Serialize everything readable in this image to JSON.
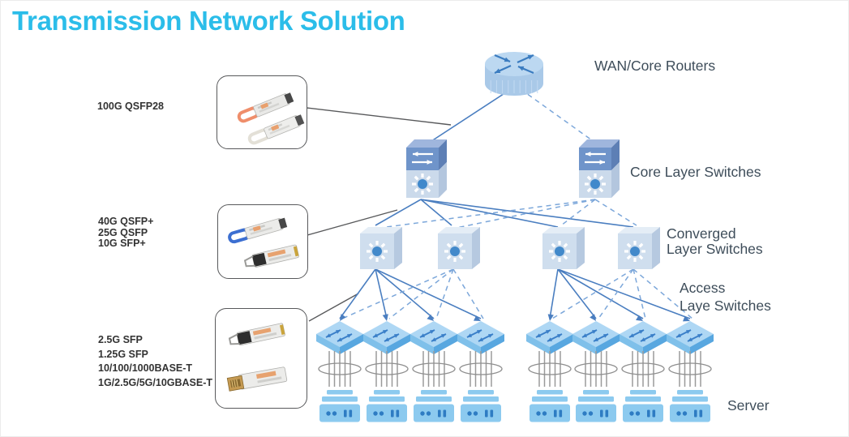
{
  "title": "Transmission Network Solution",
  "labels": {
    "wan": "WAN/Core Routers",
    "core": "Core Layer Switches",
    "converged_line1": "Converged",
    "converged_line2": "Layer Switches",
    "access_line1": "Access",
    "access_line2": "Laye Switches",
    "server": "Server"
  },
  "modules": [
    {
      "labels": [
        "100G QSFP28"
      ]
    },
    {
      "labels": [
        "40G QSFP+",
        "25G QSFP",
        "10G SFP+"
      ]
    },
    {
      "labels": [
        "2.5G SFP",
        "1.25G SFP",
        "10/100/1000BASE-T",
        "1G/2.5G/5G/10GBASE-T"
      ]
    }
  ],
  "nodes": {
    "router_count": 1,
    "core_switch_count": 2,
    "converged_switch_count": 4,
    "access_switch_count": 8,
    "server_count": 8
  },
  "colors": {
    "title": "#2bbde9",
    "label_text": "#3e4d5a",
    "module_label_text": "#333333",
    "solid_link": "#4a7ec0",
    "dashed_link": "#7ca7da",
    "callout": "#58595b",
    "router_top": "#bcd8f1",
    "router_side": "#a9c9e8",
    "node_blue_dark": "#6f94ca",
    "node_blue_light": "#cbdaeb",
    "burst_dot": "#3f88cb",
    "access_top": "#aed7f4",
    "access_left": "#7fc0ea",
    "access_right": "#58a7e0",
    "access_arrow": "#3a7fc8",
    "server_blue": "#8ccaef",
    "server_dot": "#2e7cc3",
    "cable_gray": "#9a9a9a"
  }
}
